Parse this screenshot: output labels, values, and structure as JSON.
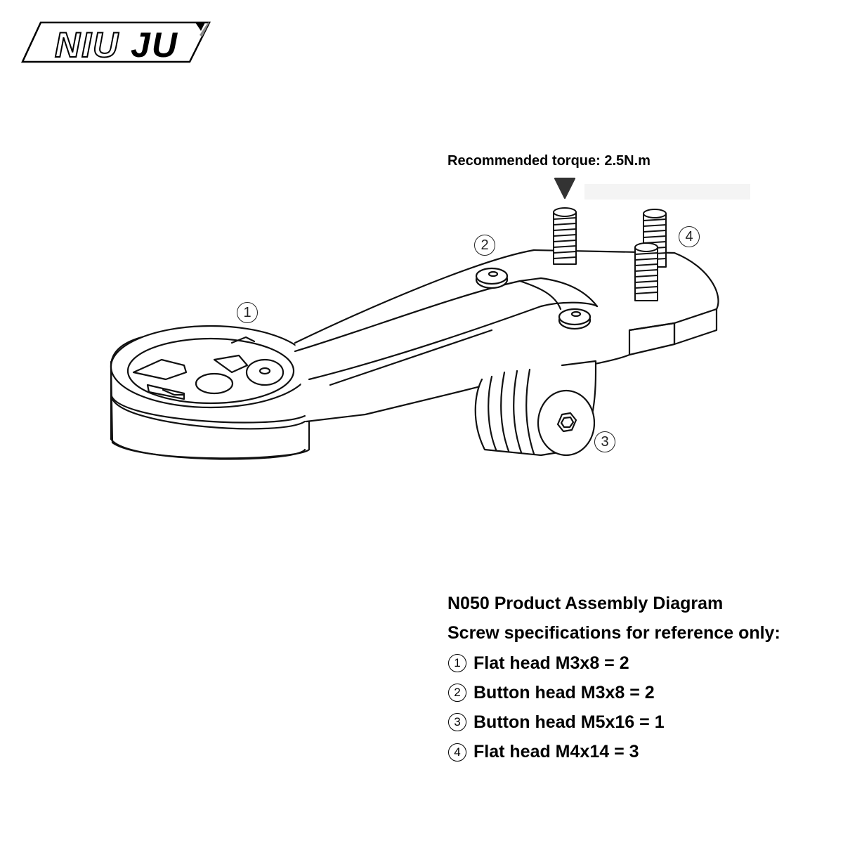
{
  "brand": {
    "logo_text_outline": "NIU",
    "logo_text_solid": "JU"
  },
  "torque_note": "Recommended torque: 2.5N.m",
  "callouts": [
    "1",
    "2",
    "3",
    "4"
  ],
  "spec": {
    "title": "N050 Product Assembly Diagram",
    "subtitle": "Screw specifications for reference only:",
    "items": [
      {
        "num": "1",
        "text": "Flat head M3x8 = 2"
      },
      {
        "num": "2",
        "text": "Button head M3x8 = 2"
      },
      {
        "num": "3",
        "text": "Button head M5x16 = 1"
      },
      {
        "num": "4",
        "text": "Flat head M4x14 = 3"
      }
    ]
  },
  "colors": {
    "line": "#111111",
    "background": "#ffffff"
  }
}
